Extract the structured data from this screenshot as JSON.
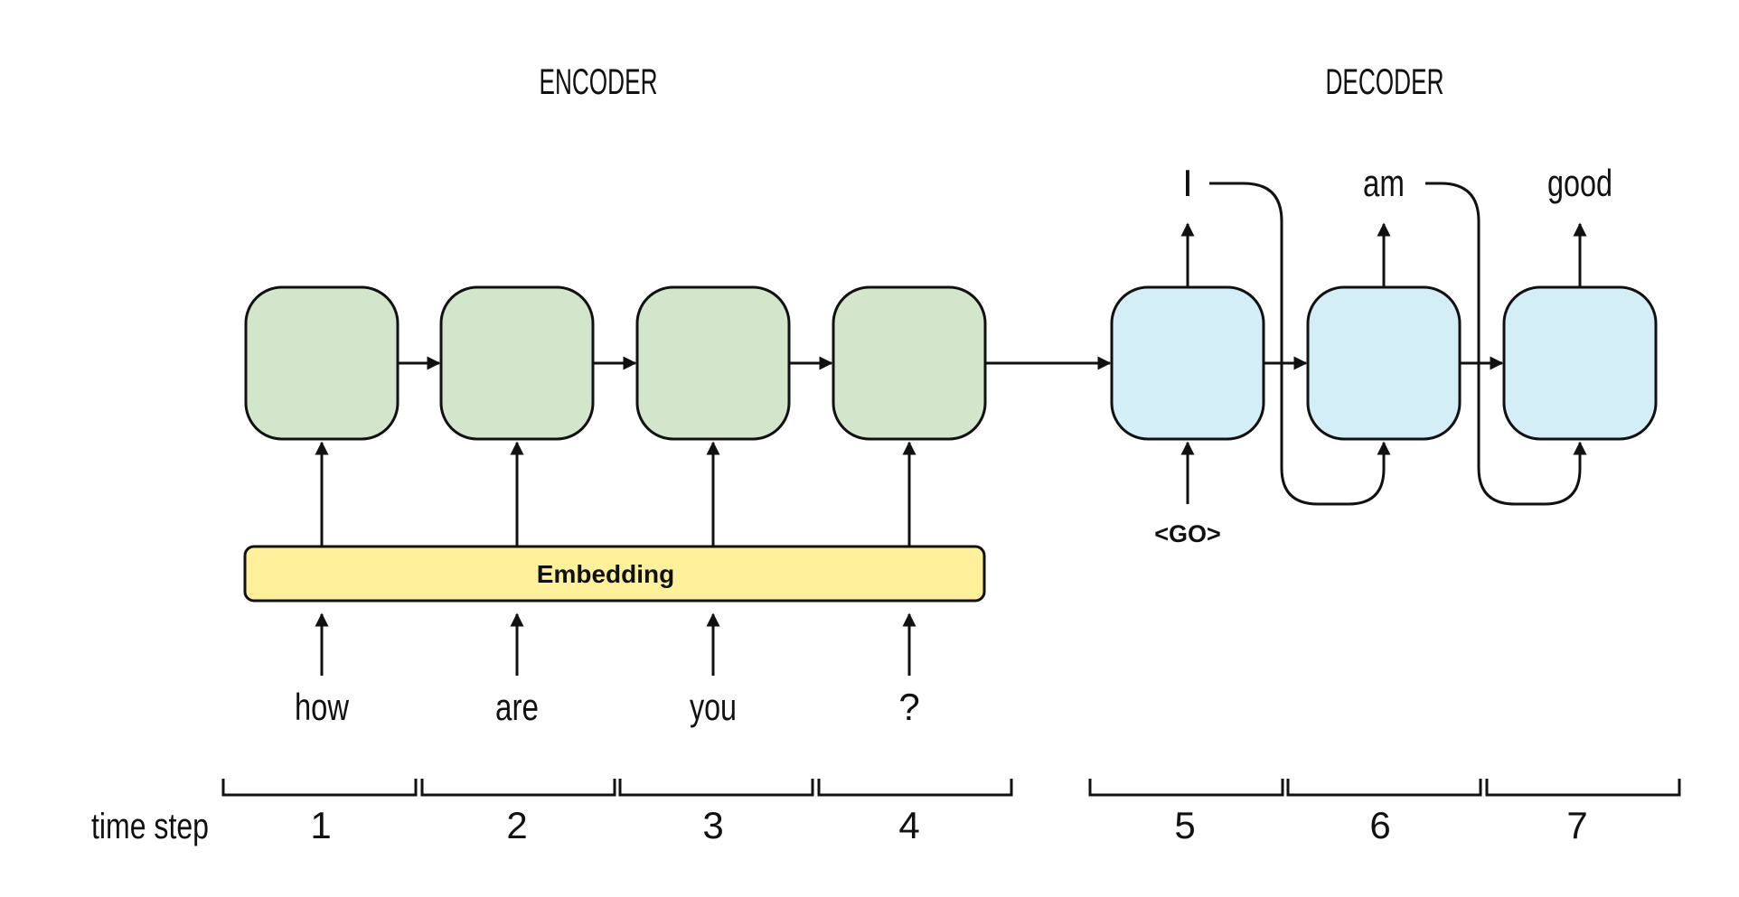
{
  "titles": {
    "encoder": "ENCODER",
    "decoder": "DECODER"
  },
  "embedding_label": "Embedding",
  "go_token": "<GO>",
  "encoder_inputs": [
    "how",
    "are",
    "you",
    "?"
  ],
  "decoder_outputs": [
    "I",
    "am",
    "good"
  ],
  "time_step_label": "time step",
  "time_steps": [
    "1",
    "2",
    "3",
    "4",
    "5",
    "6",
    "7"
  ],
  "colors": {
    "encoder_cell": "#d3e6cc",
    "decoder_cell": "#d3eef6",
    "embedding": "#fff19b",
    "stroke": "#111111"
  }
}
